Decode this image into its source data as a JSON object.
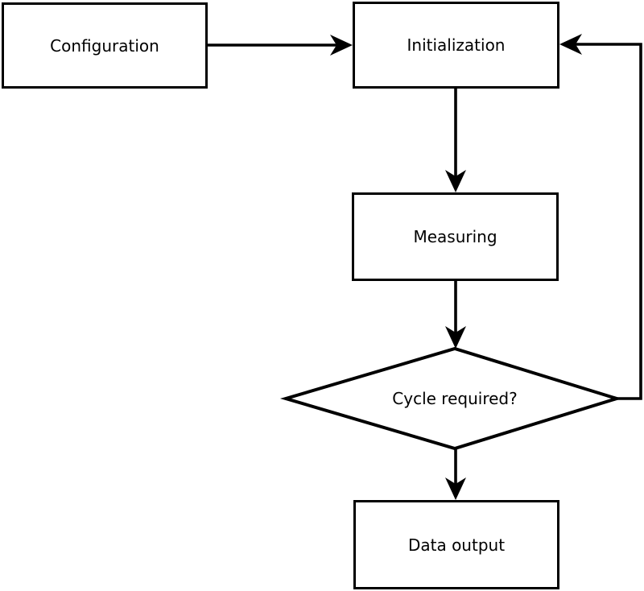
{
  "diagram": {
    "type": "flowchart",
    "nodes": {
      "configuration": {
        "label": "Configuration",
        "shape": "rectangle"
      },
      "initialization": {
        "label": "Initialization",
        "shape": "rectangle"
      },
      "measuring": {
        "label": "Measuring",
        "shape": "rectangle"
      },
      "decision": {
        "label": "Cycle required?",
        "shape": "diamond"
      },
      "data_output": {
        "label": "Data output",
        "shape": "rectangle"
      }
    },
    "edges": [
      {
        "from": "configuration",
        "to": "initialization"
      },
      {
        "from": "initialization",
        "to": "measuring"
      },
      {
        "from": "measuring",
        "to": "decision"
      },
      {
        "from": "decision",
        "to": "data_output"
      },
      {
        "from": "decision",
        "to": "initialization"
      }
    ],
    "colors": {
      "stroke": "#000000",
      "fill": "#ffffff",
      "text": "#000000",
      "background": "#ffffff"
    }
  }
}
